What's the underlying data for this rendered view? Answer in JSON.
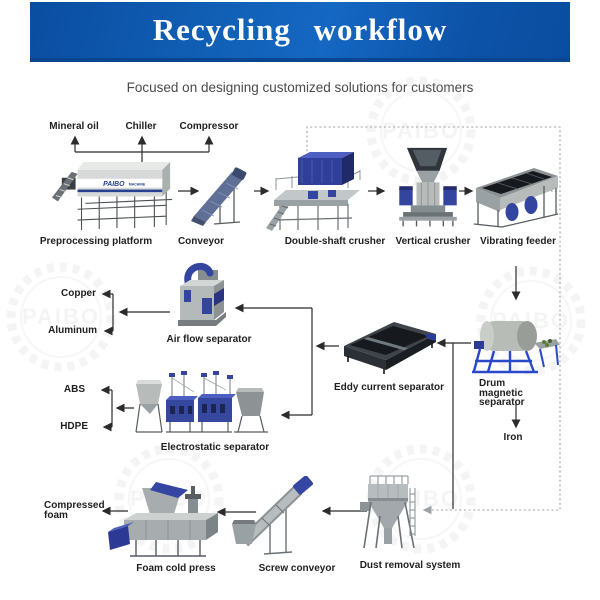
{
  "header": {
    "title": "Recycling workflow",
    "subtitle": "Focused on designing customized solutions for customers"
  },
  "brand": {
    "watermark": "PAIBO",
    "machine_logo": "PAIBO",
    "machine_logo_suffix": "MACHINE"
  },
  "pre_inputs": {
    "mineral_oil": "Mineral oil",
    "chiller": "Chiller",
    "compressor": "Compressor"
  },
  "machines": {
    "preprocessing_platform": "Preprocessing platform",
    "conveyor": "Conveyor",
    "double_shaft_crusher": "Double-shaft crusher",
    "vertical_crusher": "Vertical crusher",
    "vibrating_feeder": "Vibrating feeder",
    "air_flow_separator": "Air flow separator",
    "eddy_current_separator": "Eddy current separator",
    "drum_magnetic_separator": "Drum magnetic separator",
    "electrostatic_separator": "Electrostatic separator",
    "foam_cold_press": "Foam cold press",
    "screw_conveyor": "Screw conveyor",
    "dust_removal_system": "Dust removal system"
  },
  "outputs": {
    "copper": "Copper",
    "aluminum": "Aluminum",
    "abs": "ABS",
    "hdpe": "HDPE",
    "iron": "Iron",
    "compressed_foam": "Compressed foam"
  },
  "flow_edges": [
    {
      "from": "Preprocessing platform",
      "to": "Mineral oil",
      "style": "solid"
    },
    {
      "from": "Preprocessing platform",
      "to": "Chiller",
      "style": "solid"
    },
    {
      "from": "Preprocessing platform",
      "to": "Compressor",
      "style": "solid"
    },
    {
      "from": "Preprocessing platform",
      "to": "Conveyor",
      "style": "solid"
    },
    {
      "from": "Conveyor",
      "to": "Double-shaft crusher",
      "style": "solid"
    },
    {
      "from": "Double-shaft crusher",
      "to": "Vertical crusher",
      "style": "solid"
    },
    {
      "from": "Vertical crusher",
      "to": "Vibrating feeder",
      "style": "solid"
    },
    {
      "from": "Vibrating feeder",
      "to": "Drum magnetic separator",
      "style": "solid"
    },
    {
      "from": "Drum magnetic separator",
      "to": "Iron",
      "style": "solid"
    },
    {
      "from": "Drum magnetic separator",
      "to": "Eddy current separator",
      "style": "solid"
    },
    {
      "from": "Eddy current separator",
      "to": "Air flow separator",
      "style": "solid"
    },
    {
      "from": "Eddy current separator",
      "to": "Electrostatic separator",
      "style": "solid"
    },
    {
      "from": "Air flow separator",
      "to": "Copper",
      "style": "solid"
    },
    {
      "from": "Air flow separator",
      "to": "Aluminum",
      "style": "solid"
    },
    {
      "from": "Electrostatic separator",
      "to": "ABS",
      "style": "solid"
    },
    {
      "from": "Electrostatic separator",
      "to": "HDPE",
      "style": "solid"
    },
    {
      "from": "Double-shaft crusher",
      "to": "Dust removal system",
      "style": "dotted"
    },
    {
      "from": "Vibrating feeder",
      "to": "Dust removal system",
      "style": "dotted"
    },
    {
      "from": "Dust removal system",
      "to": "Screw conveyor",
      "style": "solid"
    },
    {
      "from": "Screw conveyor",
      "to": "Foam cold press",
      "style": "solid"
    },
    {
      "from": "Foam cold press",
      "to": "Compressed foam",
      "style": "solid"
    }
  ],
  "colors": {
    "banner_blue": "#0f57ac",
    "machine_blue": "#34459e",
    "line_dark": "#2b2b2b",
    "dotted_gray": "#9aa3a8"
  }
}
